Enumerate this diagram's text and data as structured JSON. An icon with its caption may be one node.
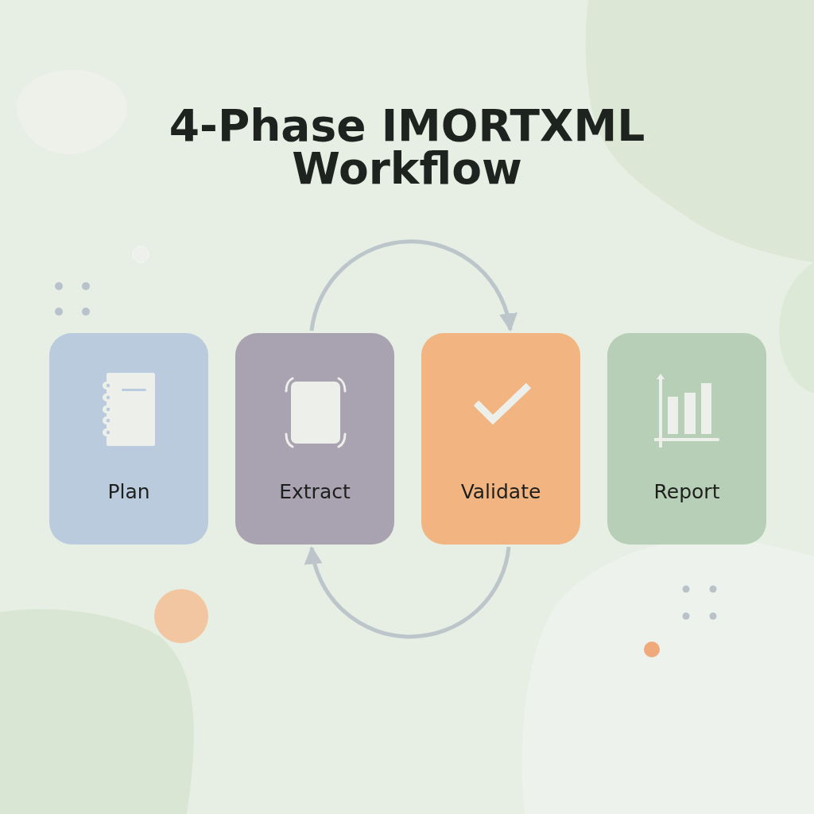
{
  "diagram": {
    "title": "4-Phase IMORTXML Workflow",
    "nodes": [
      {
        "text": [
          "Plan"
        ]
      },
      {
        "text": [
          "Extract"
        ]
      },
      {
        "text": [
          "Validate"
        ]
      },
      {
        "text": [
          "Report"
        ]
      }
    ],
    "edges": [
      {
        "from": 1,
        "to": 2,
        "arrow": "to"
      },
      {
        "from": 2,
        "to": 1,
        "arrow": "to"
      }
    ]
  }
}
